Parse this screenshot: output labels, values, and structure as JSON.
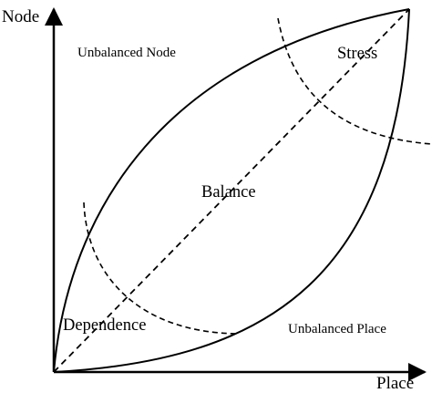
{
  "axes": {
    "y_label": "Node",
    "x_label": "Place"
  },
  "regions": {
    "unbalanced_node": "Unbalanced Node",
    "stress": "Stress",
    "balance": "Balance",
    "dependence": "Dependence",
    "unbalanced_place": "Unbalanced Place"
  },
  "colors": {
    "stroke": "#000000",
    "background": "#ffffff"
  }
}
